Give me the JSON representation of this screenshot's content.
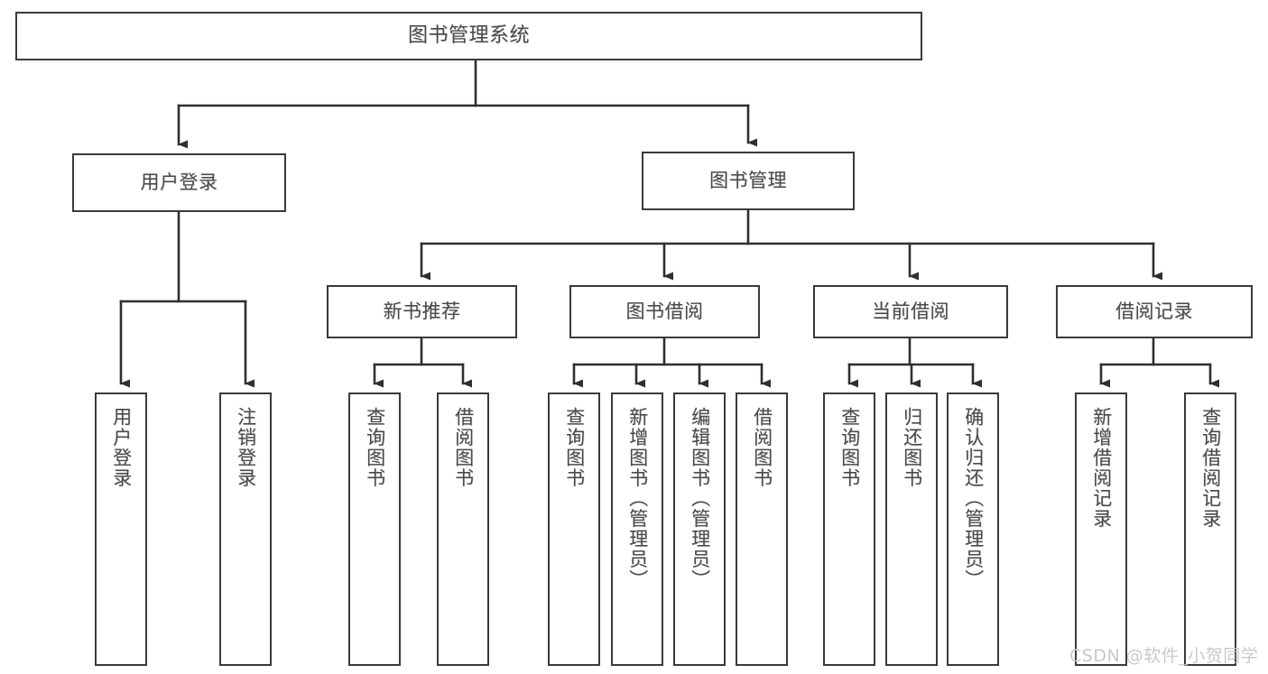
{
  "diagram": {
    "type": "tree-hierarchy",
    "title": "图书管理系统",
    "watermark": "CSDN @软件_小贺同学",
    "colors": {
      "box_border": "#3a3a3a",
      "text": "#4a4a4a",
      "edge": "#2f2f2f",
      "background": "#ffffff",
      "watermark": "#c9c9c9"
    },
    "nodes": {
      "root": {
        "label": "图书管理系统"
      },
      "level2": [
        {
          "label": "用户登录"
        },
        {
          "label": "图书管理"
        }
      ],
      "level3": [
        {
          "label": "新书推荐"
        },
        {
          "label": "图书借阅"
        },
        {
          "label": "当前借阅"
        },
        {
          "label": "借阅记录"
        }
      ],
      "leaves": {
        "user_login": [
          {
            "label": "用户登录"
          },
          {
            "label": "注销登录"
          }
        ],
        "new_book_recommend": [
          {
            "label": "查询图书"
          },
          {
            "label": "借阅图书"
          }
        ],
        "book_borrow": [
          {
            "label": "查询图书"
          },
          {
            "label": "新增图书（管理员）"
          },
          {
            "label": "编辑图书（管理员）"
          },
          {
            "label": "借阅图书"
          }
        ],
        "current_borrow": [
          {
            "label": "查询图书"
          },
          {
            "label": "归还图书"
          },
          {
            "label": "确认归还（管理员）"
          }
        ],
        "borrow_record": [
          {
            "label": "新增借阅记录"
          },
          {
            "label": "查询借阅记录"
          }
        ]
      }
    }
  }
}
